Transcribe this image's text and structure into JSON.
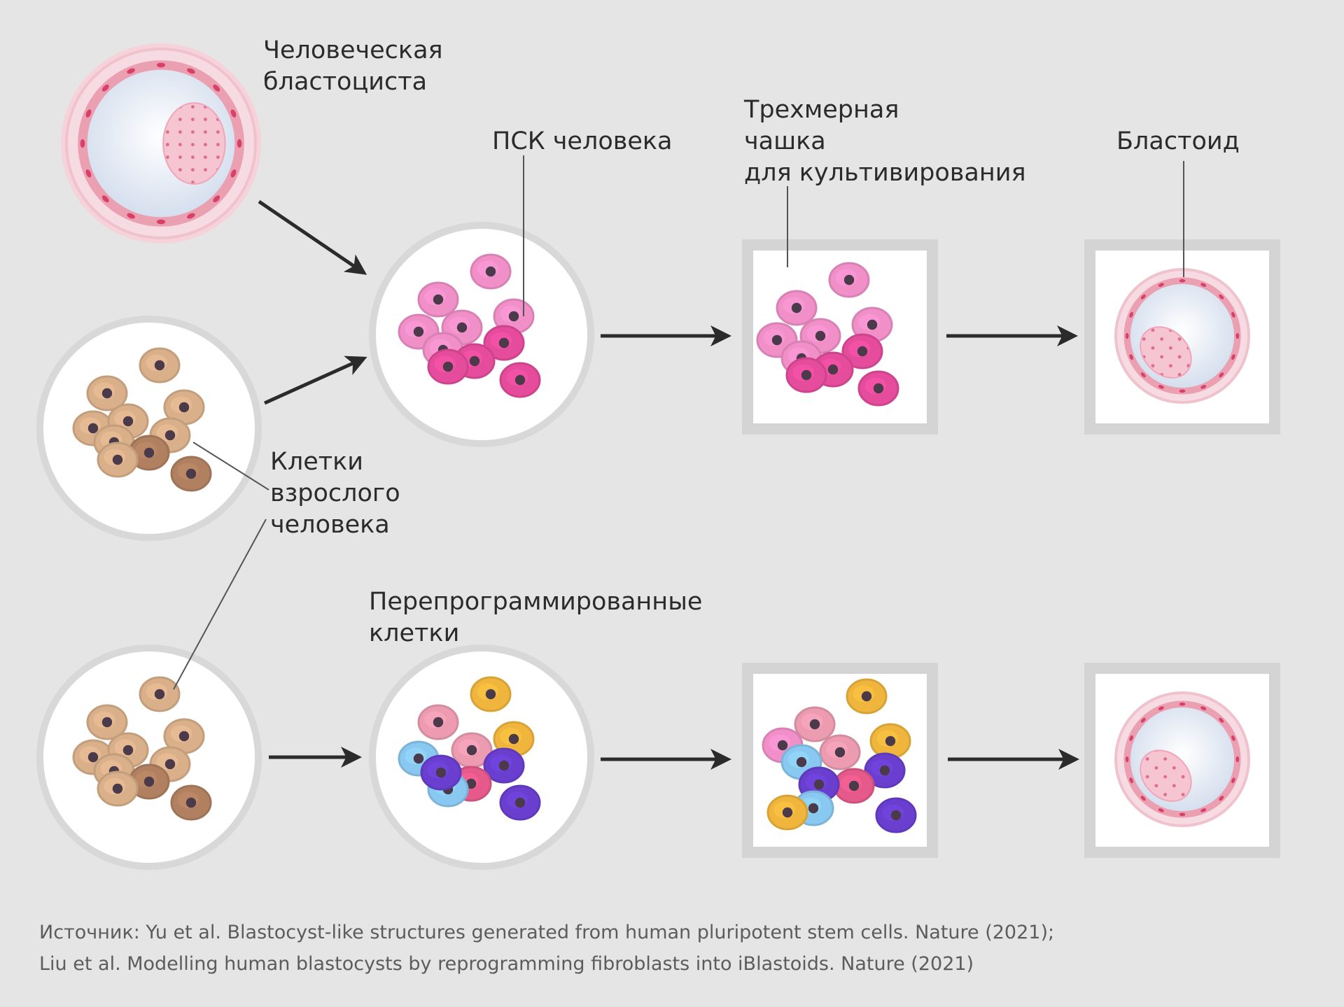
{
  "labels": {
    "human_blastocyst": [
      "Человеческая",
      "бластоциста"
    ],
    "human_psc": "ПСК человека",
    "culture_dish": [
      "Трехмерная",
      "чашка",
      "для культивирования"
    ],
    "blastoid": "Бластоид",
    "adult_cells": [
      "Клетки",
      "взрослого",
      "человека"
    ],
    "reprogrammed_cells": [
      "Перепрограммированные",
      "клетки"
    ]
  },
  "source": {
    "line1": "Источник: Yu et al. Blastocyst-like structures generated from human pluripotent stem cells. Nature (2021);",
    "line2": "Liu et al. Modelling human blastocysts by reprogramming fibroblasts into iBlastoids. Nature (2021)"
  },
  "colors": {
    "background": "#e6e5e6",
    "psc_pink": "#f08fc8",
    "psc_deep_pink": "#e54c9c",
    "adult_tan": "#d9b08a",
    "adult_brown": "#b08060",
    "rosy_pink": "#ec9bb0",
    "magenta": "#e55a8a",
    "yellow": "#f0b53c",
    "light_blue": "#89c8f0",
    "purple": "#6a3fd0",
    "blastocyst_wall": "#eba0b2",
    "blastocyst_inner": "#f7dbe2"
  }
}
